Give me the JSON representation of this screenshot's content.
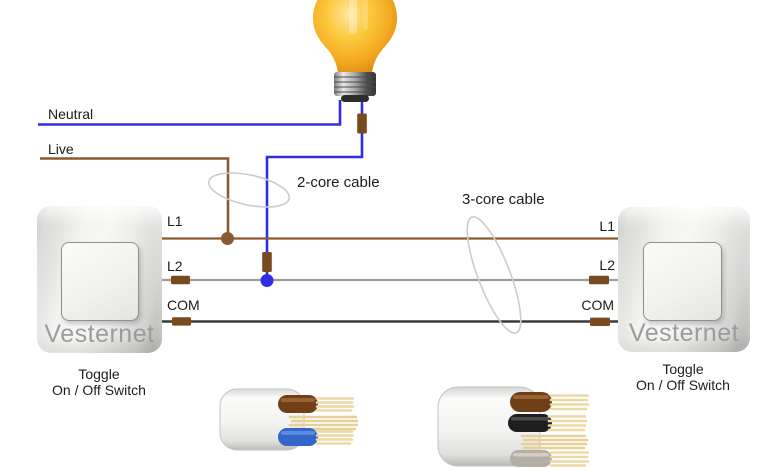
{
  "wiring": {
    "neutral_label": "Neutral",
    "live_label": "Live",
    "two_core_cable_label": "2-core cable",
    "three_core_cable_label": "3-core cable"
  },
  "terminals": {
    "left": {
      "l1": "L1",
      "l2": "L2",
      "com": "COM"
    },
    "right": {
      "l1": "L1",
      "l2": "L2",
      "com": "COM"
    }
  },
  "switches": {
    "left": {
      "brand": "Vesternet",
      "caption_line1": "Toggle",
      "caption_line2": "On / Off Switch"
    },
    "right": {
      "brand": "Vesternet",
      "caption_line1": "Toggle",
      "caption_line2": "On / Off Switch"
    }
  },
  "colors": {
    "neutral_wire": "#2e2ee4",
    "live_wire": "#8a5a32",
    "l2_wire": "#9c9c9c",
    "com_wire": "#3a3a3a",
    "terminal_block": "#7a4a1f",
    "cable_marker": "#cccccc",
    "bulb_glass": "#f5a91c",
    "brand_text": "#9c9c9c"
  }
}
